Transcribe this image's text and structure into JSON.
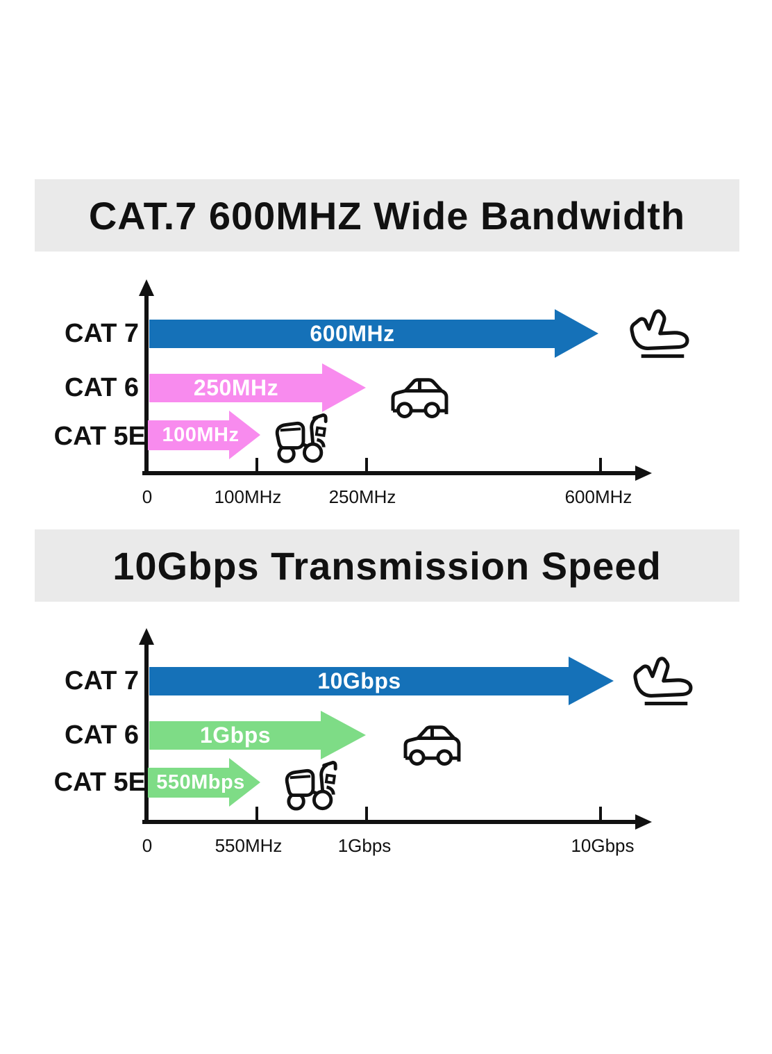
{
  "colors": {
    "blue": "#1571b8",
    "pink": "#f88bee",
    "green": "#7edc86",
    "title_bg": "#eaeaea",
    "value_text": "#ffffff"
  },
  "charts": [
    {
      "title": "CAT.7 600MHZ Wide Bandwidth",
      "rows": [
        {
          "label": "CAT 7",
          "value": "600MHz",
          "icon": "airplane"
        },
        {
          "label": "CAT 6",
          "value": "250MHz",
          "icon": "car"
        },
        {
          "label": "CAT 5E",
          "value": "100MHz",
          "icon": "scooter"
        }
      ],
      "x_ticks": [
        "0",
        "100MHz",
        "250MHz",
        "600MHz"
      ]
    },
    {
      "title": "10Gbps Transmission Speed",
      "rows": [
        {
          "label": "CAT 7",
          "value": "10Gbps",
          "icon": "airplane"
        },
        {
          "label": "CAT 6",
          "value": "1Gbps",
          "icon": "car"
        },
        {
          "label": "CAT 5E",
          "value": "550Mbps",
          "icon": "scooter"
        }
      ],
      "x_ticks": [
        "0",
        "550MHz",
        "1Gbps",
        "10Gbps"
      ]
    }
  ],
  "chart_data": [
    {
      "type": "bar",
      "orientation": "horizontal",
      "title": "CAT.7 600MHZ Wide Bandwidth",
      "categories": [
        "CAT 7",
        "CAT 6",
        "CAT 5E"
      ],
      "values": [
        600,
        250,
        100
      ],
      "unit": "MHz",
      "bar_labels": [
        "600MHz",
        "250MHz",
        "100MHz"
      ],
      "bar_colors": [
        "#1571b8",
        "#f88bee",
        "#f88bee"
      ],
      "bar_icons": [
        "airplane",
        "car",
        "scooter"
      ],
      "x_tick_labels": [
        "0",
        "100MHz",
        "250MHz",
        "600MHz"
      ],
      "xlim": [
        0,
        650
      ],
      "grid": false,
      "legend": false,
      "axis_note": "axis not to scale; arrow tips align with their tick values"
    },
    {
      "type": "bar",
      "orientation": "horizontal",
      "title": "10Gbps Transmission Speed",
      "categories": [
        "CAT 7",
        "CAT 6",
        "CAT 5E"
      ],
      "values_mbps": [
        10000,
        1000,
        550
      ],
      "bar_labels": [
        "10Gbps",
        "1Gbps",
        "550Mbps"
      ],
      "bar_colors": [
        "#1571b8",
        "#7edc86",
        "#7edc86"
      ],
      "bar_icons": [
        "airplane",
        "car",
        "scooter"
      ],
      "x_tick_labels": [
        "0",
        "550MHz",
        "1Gbps",
        "10Gbps"
      ],
      "grid": false,
      "legend": false,
      "axis_note": "axis not to scale; arrow tips align with their tick values"
    }
  ]
}
